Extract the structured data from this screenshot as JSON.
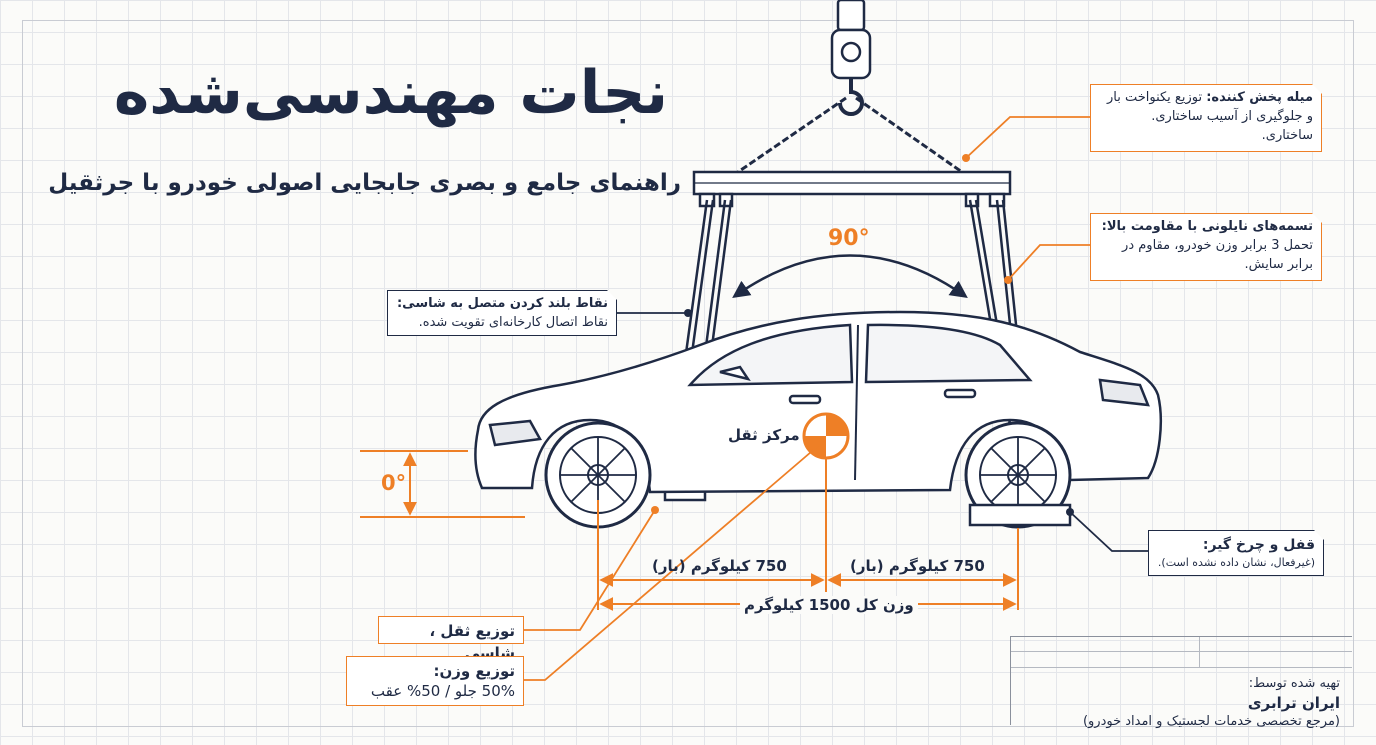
{
  "title": "نجات مهندسی‌شده",
  "subtitle": "راهنمای جامع و بصری جابجایی اصولی خودرو با جرثقیل",
  "callouts": {
    "spreader": {
      "head": "میله پخش کننده:",
      "text": "توزیع یکنواخت بار و جلوگیری از آسیب ساختاری. ساختاری."
    },
    "straps": {
      "head": "تسمه‌های نایلونی با مقاومت بالا:",
      "text": "تحمل 3 برابر وزن خودرو، مقاوم در برابر سایش."
    },
    "lift_points": {
      "head": "نقاط بلند کردن متصل به شاسی:",
      "text": "نقاط اتصال کارخانه‌ای تقویت شده."
    },
    "wheel_lock": {
      "head": "قفل و چرخ گیر:",
      "text": "(غیرفعال، نشان داده نشده است)."
    },
    "chassis_dist": {
      "head": "توزیع ثقل ، شاسی"
    },
    "weight_dist": {
      "head": "توزیع وزن:",
      "text": "50% جلو / 50% عقب"
    }
  },
  "angle_label": "90°",
  "tilt_label": "0°",
  "center_of_gravity": "مرکز ثقل",
  "dimensions": {
    "front_load": "750 کیلوگرم (بار)",
    "rear_load": "750 کیلوگرم (بار)",
    "total": "وزن کل 1500 کیلوگرم"
  },
  "credits": {
    "label": "تهیه شده توسط:",
    "org": "ایران ترابری",
    "desc": "(مرجع تخصصی خدمات لجستیک و امداد خودرو)"
  },
  "colors": {
    "navy": "#1f2a44",
    "orange": "#ee7f26",
    "grid": "#e4e6ea"
  }
}
